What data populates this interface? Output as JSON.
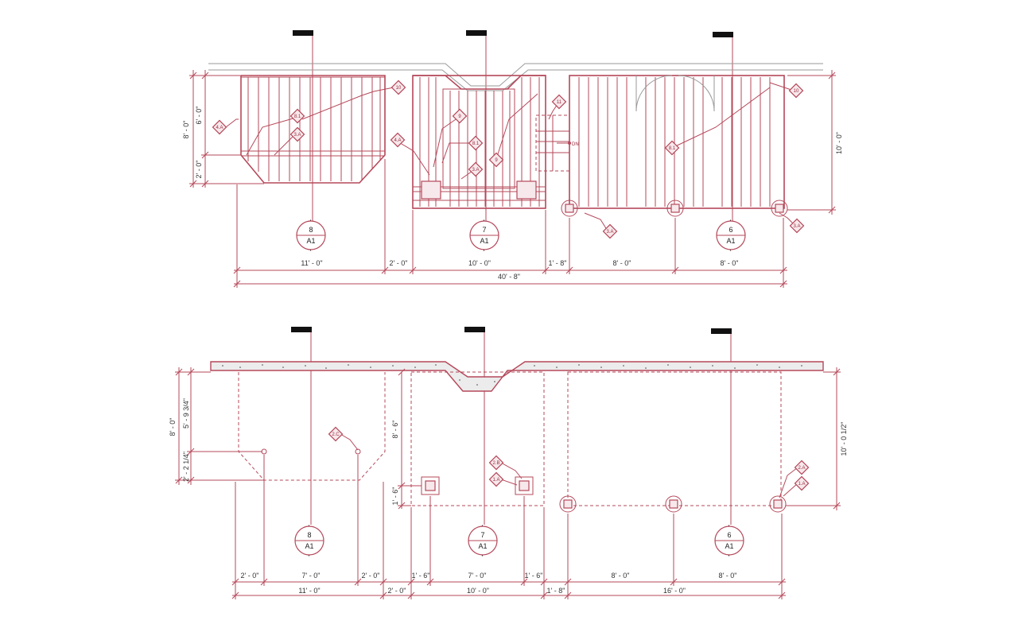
{
  "colors": {
    "line": "#b5485a",
    "tag": "#9b2c3e",
    "text": "#333333"
  },
  "top_plan": {
    "sections": [
      {
        "number": "8",
        "sheet": "A1"
      },
      {
        "number": "7",
        "sheet": "A1"
      },
      {
        "number": "6",
        "sheet": "A1"
      }
    ],
    "dims_bottom": [
      "11' - 0\"",
      "2' - 0\"",
      "10' - 0\"",
      "1' - 8\"",
      "8' - 0\"",
      "8' - 0\""
    ],
    "dim_overall": "40' - 8\"",
    "dims_left": [
      "8' - 0\"",
      "6' - 0\"",
      "2' - 0\""
    ],
    "dim_right": "10' - 0\"",
    "tags": [
      "4.A",
      "8.1",
      "3.A",
      "10",
      "9",
      "4.A",
      "8.1",
      "3.A",
      "9",
      "11",
      "8.1",
      "10",
      "3.A",
      "3.A"
    ],
    "tag_label_dn": "DN"
  },
  "bottom_plan": {
    "sections": [
      {
        "number": "8",
        "sheet": "A1"
      },
      {
        "number": "7",
        "sheet": "A1"
      },
      {
        "number": "6",
        "sheet": "A1"
      }
    ],
    "dims_bottom_inner": [
      "2' - 0\"",
      "7' - 0\"",
      "2' - 0\"",
      "1' - 6\"",
      "7' - 0\"",
      "1' - 6\"",
      "8' - 0\"",
      "8' - 0\""
    ],
    "dims_bottom_outer": [
      "11' - 0\"",
      "2' - 0\"",
      "10' - 0\"",
      "1' - 8\"",
      "16' - 0\""
    ],
    "dims_left": [
      "8' - 0\"",
      "5' - 9 3/4\"",
      "2' - 2 1/4\""
    ],
    "dim_mid_left": "8' - 6\"",
    "dim_mid_small": "1' - 6\"",
    "dim_right": "10' - 0 1/2\"",
    "tags": [
      "2.C",
      "2.B",
      "1.A",
      "2.A",
      "1.A"
    ]
  }
}
